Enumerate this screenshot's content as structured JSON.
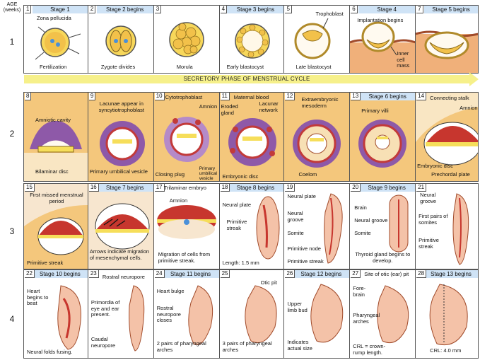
{
  "age_header": "AGE (weeks)",
  "weeks": [
    "1",
    "2",
    "3",
    "4"
  ],
  "secretory_bar": "SECRETORY PHASE OF MENSTRUAL CYCLE",
  "rows": [
    [
      {
        "num": "1",
        "stage": "Stage 1",
        "labels": [
          "Zona pellucida",
          "Fertilization"
        ]
      },
      {
        "num": "2",
        "stage": "Stage 2 begins",
        "labels": [
          "Zygote divides"
        ]
      },
      {
        "num": "3",
        "stage": "",
        "labels": [
          "Morula"
        ]
      },
      {
        "num": "4",
        "stage": "Stage 3 begins",
        "labels": [
          "Early blastocyst"
        ]
      },
      {
        "num": "5",
        "stage": "",
        "labels": [
          "Trophoblast",
          "Late blastocyst"
        ]
      },
      {
        "num": "6",
        "stage": "Stage 4",
        "labels": [
          "Implantation begins",
          "Inner cell mass"
        ]
      },
      {
        "num": "7",
        "stage": "Stage 5 begins",
        "labels": []
      }
    ],
    [
      {
        "num": "8",
        "stage": "",
        "labels": [
          "Amniotic cavity",
          "Bilaminar disc"
        ]
      },
      {
        "num": "9",
        "stage": "",
        "labels": [
          "Lacunae appear in syncytiotrophoblast",
          "Primary umbilical vesicle"
        ]
      },
      {
        "num": "10",
        "stage": "",
        "labels": [
          "Cytotrophoblast",
          "Amnion",
          "Closing plug",
          "Primary umbilical vesicle"
        ]
      },
      {
        "num": "11",
        "stage": "",
        "labels": [
          "Maternal blood",
          "Eroded gland",
          "Lacunar network",
          "Embryonic disc"
        ]
      },
      {
        "num": "12",
        "stage": "",
        "labels": [
          "Extraembryonic mesoderm",
          "Coelom"
        ]
      },
      {
        "num": "13",
        "stage": "Stage 6 begins",
        "labels": [
          "Primary villi"
        ]
      },
      {
        "num": "14",
        "stage": "",
        "labels": [
          "Connecting stalk",
          "Amnion",
          "Embryonic disc",
          "Prechordal plate"
        ]
      }
    ],
    [
      {
        "num": "15",
        "stage": "",
        "labels": [
          "First missed menstrual period",
          "Primitive streak"
        ]
      },
      {
        "num": "16",
        "stage": "Stage 7 begins",
        "labels": [
          "Arrows indicate migration of mesenchymal cells."
        ]
      },
      {
        "num": "17",
        "stage": "",
        "labels": [
          "Trilaminar embryo",
          "Amnion",
          "Migration of cells from primitive streak."
        ]
      },
      {
        "num": "18",
        "stage": "Stage 8 begins",
        "labels": [
          "Neural plate",
          "Primitive streak",
          "Length: 1.5 mm"
        ]
      },
      {
        "num": "19",
        "stage": "",
        "labels": [
          "Neural plate",
          "Neural groove",
          "Somite",
          "Primitive node",
          "Primitive streak"
        ]
      },
      {
        "num": "20",
        "stage": "Stage 9 begins",
        "labels": [
          "Brain",
          "Neural groove",
          "Somite",
          "Thyroid gland begins to develop."
        ]
      },
      {
        "num": "21",
        "stage": "",
        "labels": [
          "Neural groove",
          "First pairs of somites",
          "Primitive streak"
        ]
      }
    ],
    [
      {
        "num": "22",
        "stage": "Stage 10 begins",
        "labels": [
          "Heart begins to beat",
          "Neural folds fusing."
        ]
      },
      {
        "num": "23",
        "stage": "",
        "labels": [
          "Rostral neuropore",
          "Primordia of eye and ear present.",
          "Caudal neuropore"
        ]
      },
      {
        "num": "24",
        "stage": "Stage 11 begins",
        "labels": [
          "Heart bulge",
          "Rostral neuropore closes",
          "2 pairs of pharyngeal arches"
        ]
      },
      {
        "num": "25",
        "stage": "",
        "labels": [
          "Otic pit",
          "3 pairs of pharyngeal arches"
        ]
      },
      {
        "num": "26",
        "stage": "Stage 12 begins",
        "labels": [
          "Upper limb bud",
          "Indicates actual size"
        ]
      },
      {
        "num": "27",
        "stage": "",
        "labels": [
          "Site of otic (ear) pit",
          "Fore-brain",
          "Pharyngeal arches",
          "CRL = crown-rump length."
        ]
      },
      {
        "num": "28",
        "stage": "Stage 13 begins",
        "labels": [
          "CRL: 4.0 mm"
        ]
      }
    ]
  ]
}
